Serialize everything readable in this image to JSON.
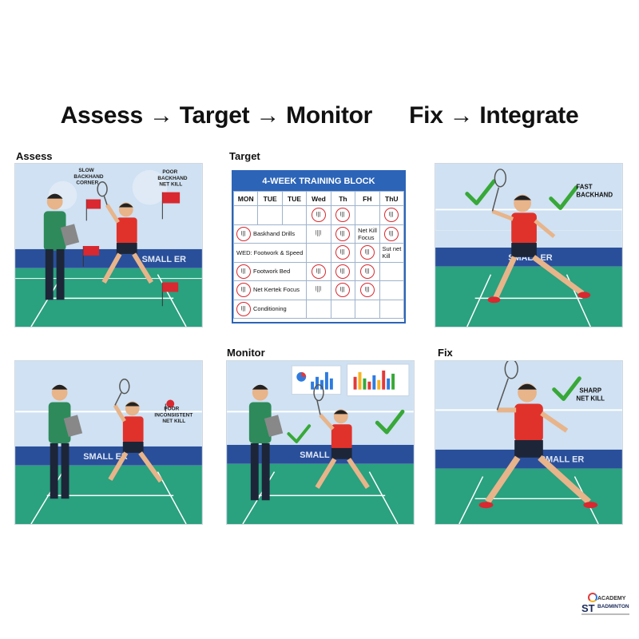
{
  "headline": {
    "assess": "Assess",
    "arrow1": "→",
    "target": "Target",
    "arrow2": "→",
    "monitor": "Monitor",
    "fix": "Fix",
    "arrow3": "→",
    "integrate": "Integrate"
  },
  "sections": {
    "assess": "Assess",
    "target": "Target",
    "monitor": "Monitor",
    "fix": "Fix"
  },
  "panels": {
    "assess": {
      "flag_left": [
        "SLOW",
        "BACKHAND",
        "CORNER"
      ],
      "flag_right": [
        "POOR",
        "BACKHAND",
        "NET KILL"
      ],
      "banner": "SMALL ER"
    },
    "backhand": {
      "callout": [
        "FAST",
        "BACKHAND"
      ],
      "banner": "SMALL ER"
    },
    "coach_net": {
      "callout": [
        "POOR",
        "INCONSISTENT",
        "NET KILL"
      ],
      "banner": "SMALL ER"
    },
    "monitor": {
      "banner": "SMALL ER"
    },
    "fix": {
      "callout": [
        "SHARP",
        "NET KILL"
      ],
      "banner": "SMALL ER"
    }
  },
  "board": {
    "title": "4-WEEK TRAINING BLOCK",
    "days": [
      "MON",
      "TUE",
      "TUE",
      "Wed",
      "Th",
      "FH",
      "ThU"
    ],
    "rows": [
      {
        "label": "",
        "cells": [
          "",
          "",
          "",
          "circle",
          "circle",
          "",
          "circle"
        ]
      },
      {
        "label": "Baskhand Drills",
        "cells": [
          "circle",
          "",
          "",
          "shuttle",
          "circle",
          "Net Kill Focus",
          "circle"
        ]
      },
      {
        "label": "WED: Footwork & Speed",
        "cells": [
          "",
          "",
          "",
          "",
          "circle",
          "circle",
          "Sut net Kill"
        ]
      },
      {
        "label": "Footwork Bed",
        "cells": [
          "circle",
          "",
          "",
          "circle",
          "circle",
          "circle",
          ""
        ]
      },
      {
        "label": "Net Kertek Focus",
        "cells": [
          "circle",
          "",
          "",
          "shuttle",
          "circle",
          "circle",
          ""
        ]
      },
      {
        "label": "Conditioning",
        "cells": [
          "circle",
          "",
          "",
          "",
          "",
          "",
          ""
        ]
      }
    ]
  },
  "logo": {
    "academy": "ACADEMY",
    "st": "ST",
    "badminton": "BADMINTON"
  },
  "colors": {
    "court": "#2aa17f",
    "wall": "#2a4f9a",
    "sky": "#cfe1f2",
    "shirt_red": "#e0322b",
    "coach_green": "#2e8a5a",
    "check_green": "#38a838",
    "flag_red": "#d9282f",
    "board_blue": "#2c64b8"
  }
}
